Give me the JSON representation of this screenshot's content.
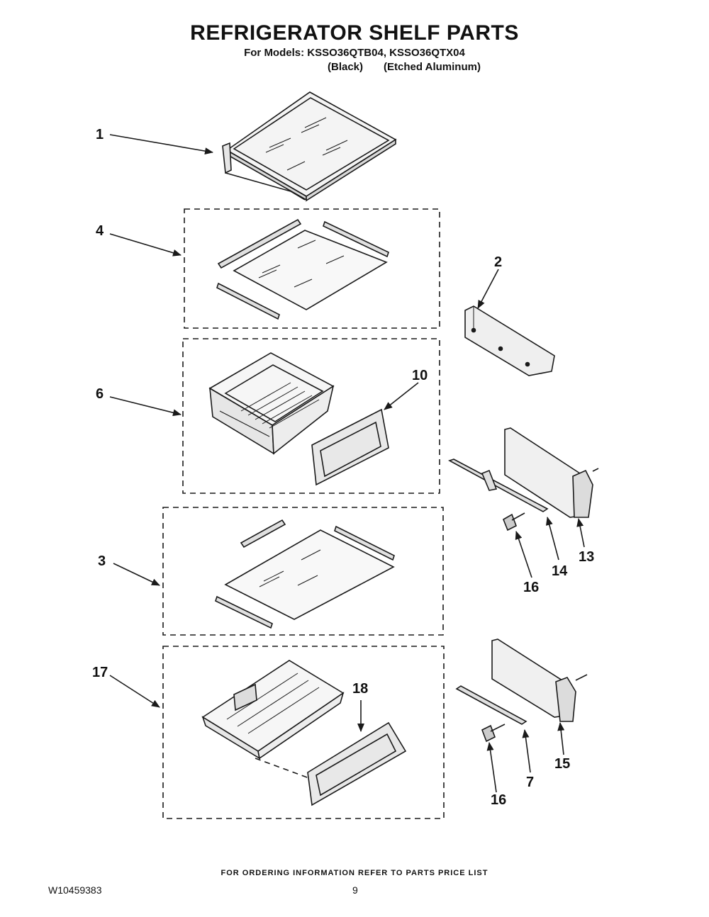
{
  "header": {
    "title": "REFRIGERATOR SHELF PARTS",
    "models_line": "For Models: KSSO36QTB04, KSSO36QTX04",
    "variant_black": "(Black)",
    "variant_aluminum": "(Etched Aluminum)"
  },
  "callouts": {
    "c1": "1",
    "c2": "2",
    "c3": "3",
    "c4": "4",
    "c6": "6",
    "c7": "7",
    "c10": "10",
    "c13": "13",
    "c14": "14",
    "c15": "15",
    "c16a": "16",
    "c16b": "16",
    "c17": "17",
    "c18": "18"
  },
  "footer": {
    "ordering_note": "FOR ORDERING INFORMATION REFER TO PARTS PRICE LIST",
    "document_number": "W10459383",
    "page_number": "9"
  },
  "colors": {
    "line": "#1a1a1a",
    "fill_light": "#f2f2f2",
    "fill_mid": "#d9d9d9"
  }
}
